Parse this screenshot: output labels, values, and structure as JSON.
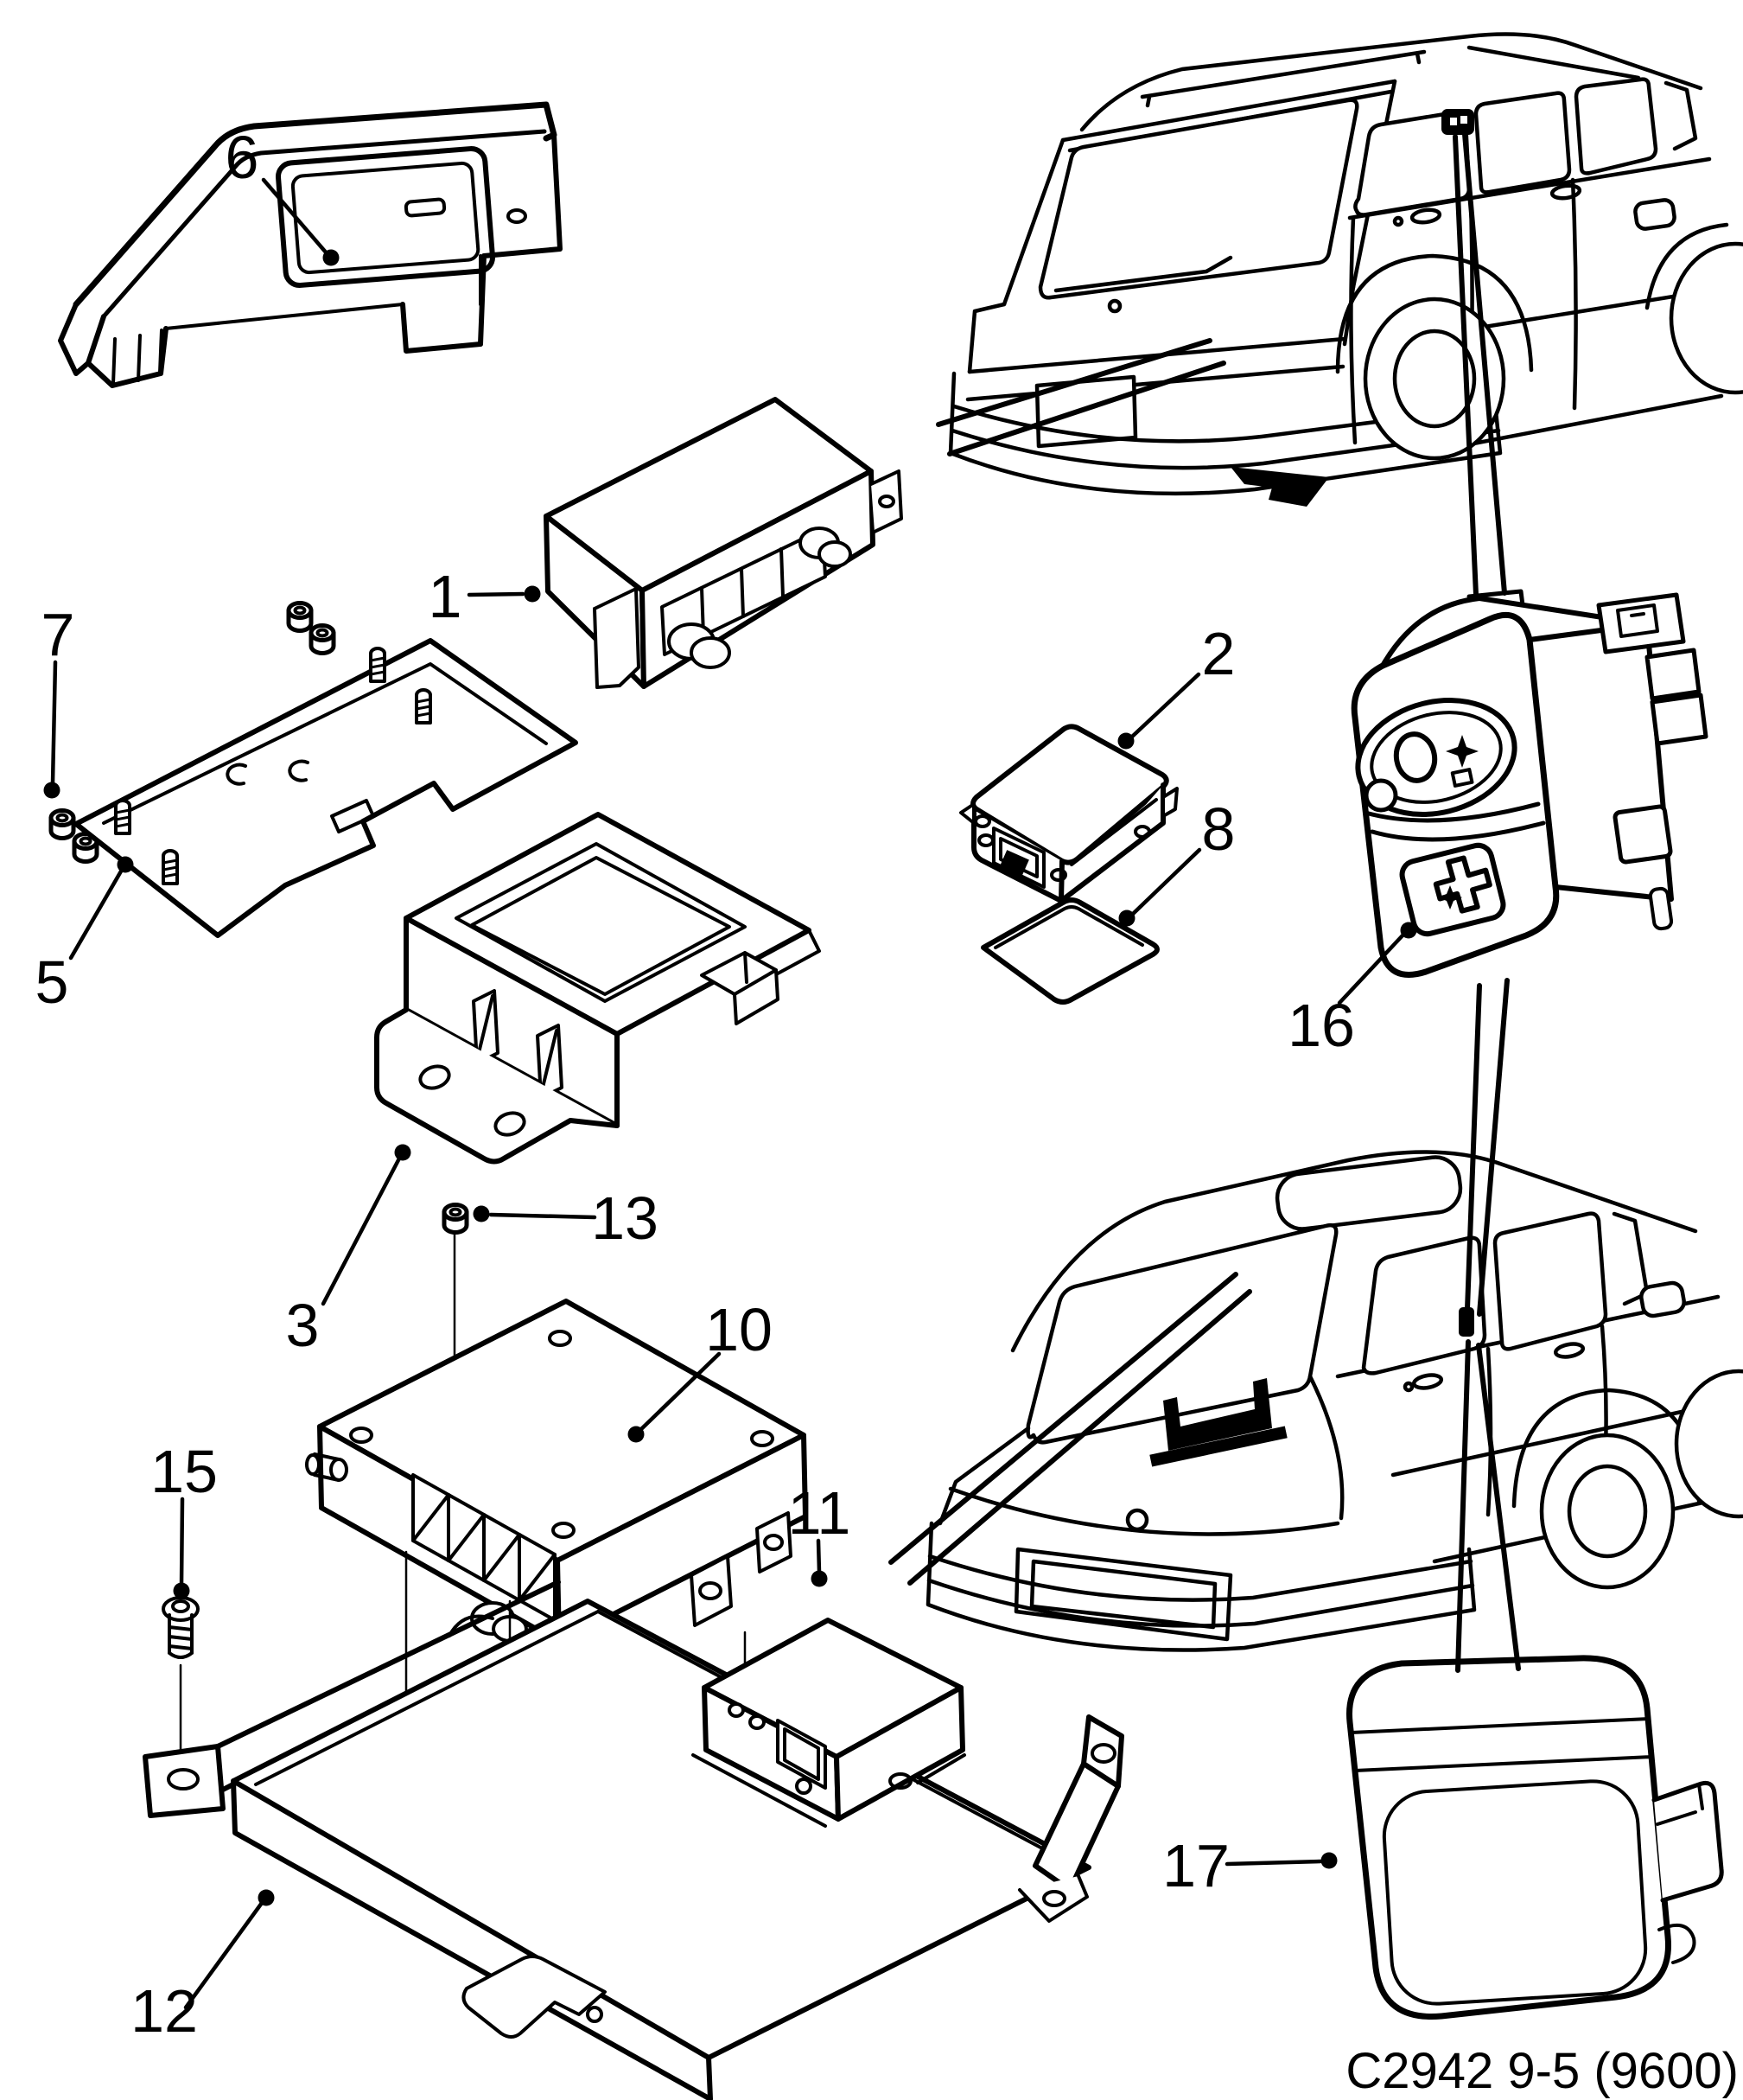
{
  "caption": "C2942 9-5 (9600)",
  "colors": {
    "line": "#000000",
    "background": "#ffffff"
  },
  "labels": {
    "p1": "1",
    "p2": "2",
    "p3": "3",
    "p5": "5",
    "p6": "6",
    "p7": "7",
    "p8": "8",
    "p10": "10",
    "p11": "11",
    "p12": "12",
    "p13": "13",
    "p15": "15",
    "p16": "16",
    "p17": "17"
  }
}
